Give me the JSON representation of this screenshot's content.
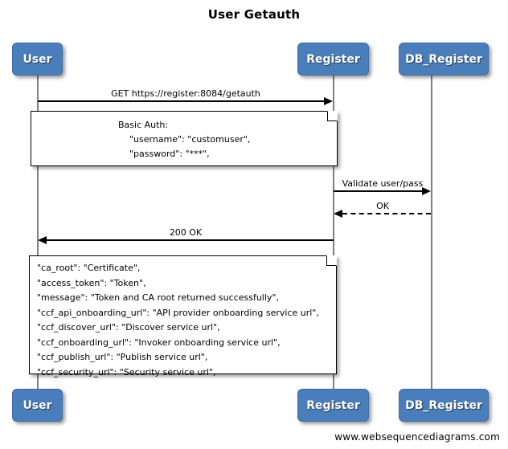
{
  "diagram": {
    "title": "User Getauth",
    "type": "sequence-diagram",
    "footer": "www.websequencediagrams.com",
    "colors": {
      "participant_fill": "#4a7ebb",
      "participant_text": "#ffffff",
      "lifeline": "#808080",
      "note_fill": "#ffffff",
      "line": "#000000",
      "background": "#ffffff"
    },
    "participants": [
      {
        "id": "user",
        "label": "User"
      },
      {
        "id": "register",
        "label": "Register"
      },
      {
        "id": "db_register",
        "label": "DB_Register"
      }
    ],
    "messages": [
      {
        "id": "m1",
        "label": "GET https://register:8084/getauth",
        "from": "user",
        "to": "register",
        "style": "solid",
        "direction": "right"
      },
      {
        "id": "m2",
        "label": "Validate user/pass",
        "from": "register",
        "to": "db_register",
        "style": "solid",
        "direction": "right"
      },
      {
        "id": "m3",
        "label": "OK",
        "from": "db_register",
        "to": "register",
        "style": "dashed",
        "direction": "left"
      },
      {
        "id": "m4",
        "label": "200 OK",
        "from": "register",
        "to": "user",
        "style": "solid",
        "direction": "left"
      }
    ],
    "notes": [
      {
        "id": "note-auth",
        "lines": [
          "Basic Auth:",
          "    \"username\": \"customuser\",",
          "    \"password\": \"***\","
        ]
      },
      {
        "id": "note-payload",
        "lines": [
          "\"ca_root\": \"Certificate\",",
          "\"access_token\": \"Token\",",
          "\"message\": \"Token and CA root returned successfully\",",
          "\"ccf_api_onboarding_url\": \"API provider onboarding service url\",",
          "\"ccf_discover_url\": \"Discover service url\",",
          "\"ccf_onboarding_url\": \"Invoker onboarding service url\",",
          "\"ccf_publish_url\": \"Publish service url\",",
          "\"ccf_security_url\": \"Security service url\","
        ]
      }
    ]
  }
}
